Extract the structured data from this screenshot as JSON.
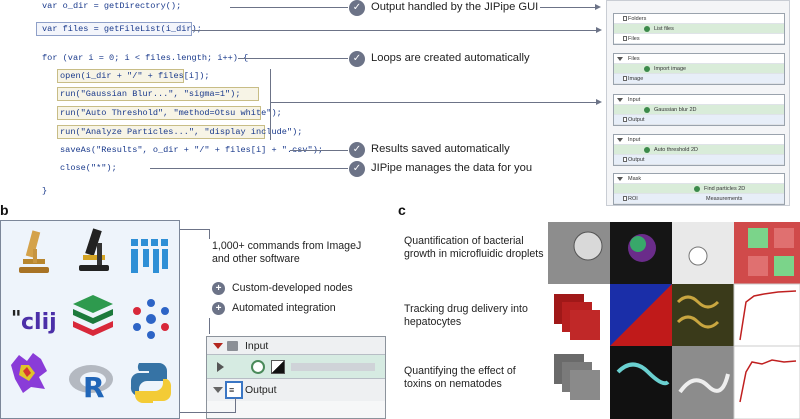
{
  "panel_letters": {
    "b": "b",
    "c": "c"
  },
  "code": {
    "line1": "var o_dir = getDirectory();",
    "line2": "var files = getFileList(i_dir);",
    "line3": "for (var i = 0; i < files.length; i++) {",
    "line4": "open(i_dir + \"/\" + files[i]);",
    "line5": "run(\"Gaussian Blur...\", \"sigma=1\");",
    "line6": "run(\"Auto Threshold\", \"method=Otsu white\");",
    "line7": "run(\"Analyze Particles...\", \"display include\");",
    "line8": "saveAs(\"Results\", o_dir + \"/\" + files[i] + \".csv\");",
    "line9": "close(\"*\");",
    "line10": "}"
  },
  "notes_a": [
    "Output handled by the JIPipe GUI",
    "Loops are created automatically",
    "Results saved automatically",
    "JIPipe manages the data for you"
  ],
  "graph": {
    "folders": "Folders",
    "list_files": "List files",
    "files": "Files",
    "files2": "Files",
    "import_image": "Import image",
    "image": "Image",
    "input1": "Input",
    "gaussian": "Gaussian blur 2D",
    "output1": "Output",
    "input2": "Input",
    "auto_threshold": "Auto threshold 2D",
    "output2": "Output",
    "mask": "Mask",
    "find_particles": "Find particles 2D",
    "roi": "ROI",
    "measurements": "Measurements"
  },
  "panel_b": {
    "headline": "1,000+ commands from ImageJ and other software",
    "bullets": [
      "Custom-developed nodes",
      "Automated integration"
    ],
    "ui_input": "Input",
    "ui_output": "Output"
  },
  "panel_c": {
    "captions": [
      "Quantification of bacterial growth in microfluidic droplets",
      "Tracking drug delivery into hepatocytes",
      "Quantifying the effect of toxins on nematodes"
    ]
  },
  "colors": {
    "code_blue": "#1a3a8c",
    "string_purple": "#7a2a8a",
    "connector_gray": "#6c7387",
    "node_green": "#d9ecd9"
  }
}
